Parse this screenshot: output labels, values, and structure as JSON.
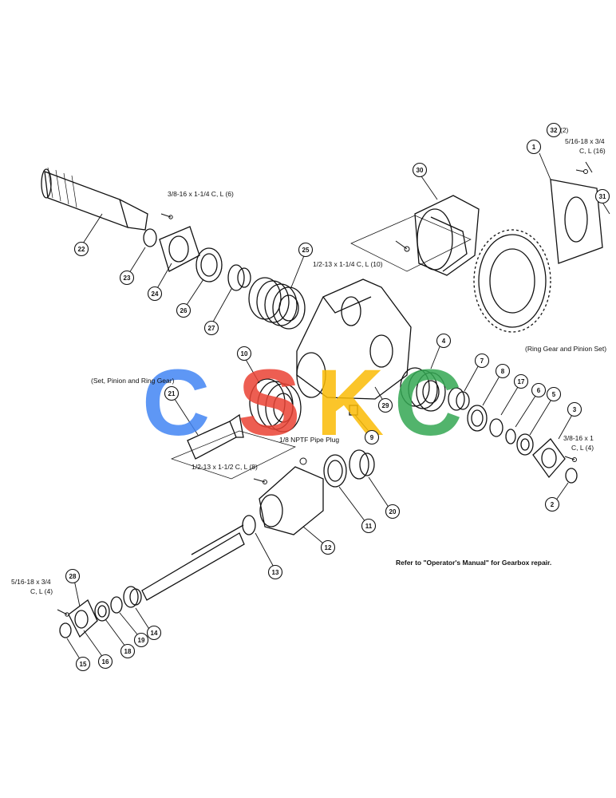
{
  "callouts": [
    "1",
    "2",
    "3",
    "4",
    "5",
    "6",
    "7",
    "8",
    "9",
    "10",
    "11",
    "12",
    "13",
    "14",
    "15",
    "16",
    "17",
    "18",
    "19",
    "20",
    "21",
    "22",
    "23",
    "24",
    "25",
    "26",
    "27",
    "28",
    "29",
    "30",
    "31",
    "32"
  ],
  "labels": {
    "bolt_3_8_16_x_1_1_4": "3/8-16 x 1-1/4 C, L (6)",
    "bolt_1_2_13_x_1_1_4": "1/2-13 x 1-1/4 C, L (10)",
    "bolt_5_16_18_top_qty": "(2)",
    "bolt_5_16_18_top_line1": "5/16-18 x 3/4",
    "bolt_5_16_18_top_line2": "C, L (16)",
    "ring_gear_pinion_set": "(Ring Gear and Pinion Set)",
    "set_pinion_ring_gear": "(Set, Pinion and Ring Gear)",
    "pipe_plug": "1/8 NPTF Pipe Plug",
    "bolt_1_2_13_x_1_1_2": "1/2-13 x 1-1/2 C, L (8)",
    "bolt_3_8_16_x_1_line1": "3/8-16 x 1",
    "bolt_3_8_16_x_1_line2": "C, L (4)",
    "bolt_5_16_18_bottom_line1": "5/16-18 x 3/4",
    "bolt_5_16_18_bottom_line2": "C, L (4)",
    "note": "Refer to \"Operator's Manual\" for Gearbox repair."
  },
  "watermark": {
    "text": "CSKC",
    "colors": [
      "#4285f4",
      "#ea4335",
      "#fbbc05",
      "#34a853"
    ]
  }
}
